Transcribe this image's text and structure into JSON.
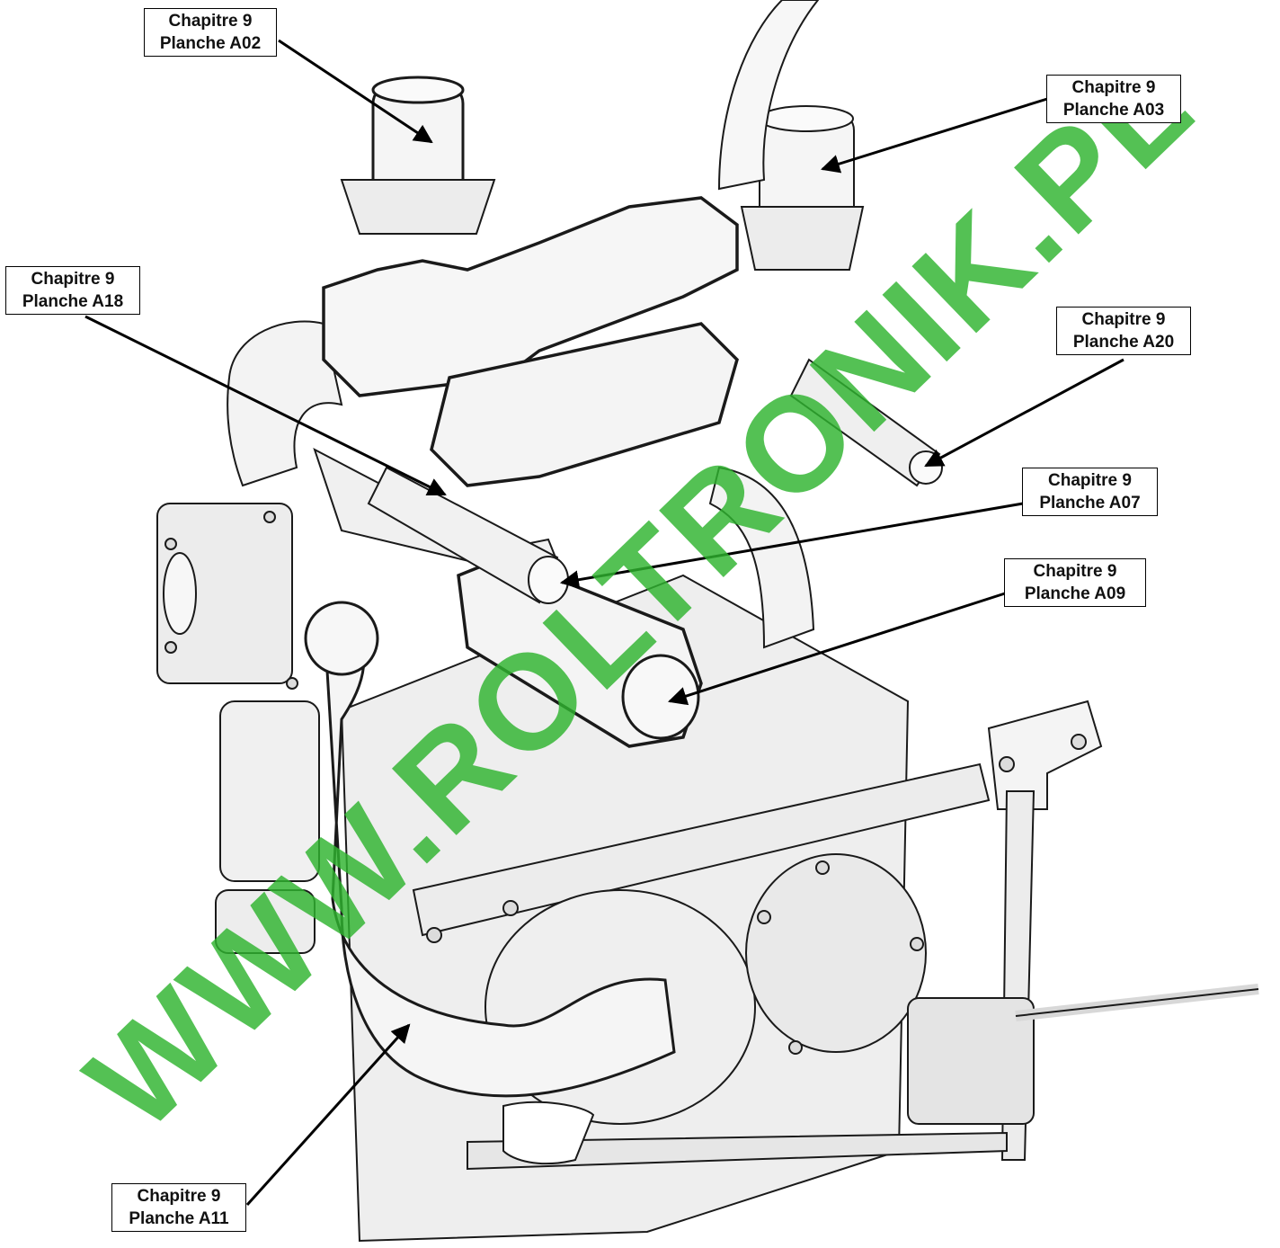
{
  "callouts": [
    {
      "id": "a02",
      "line1": "Chapitre 9",
      "line2": "Planche A02"
    },
    {
      "id": "a03",
      "line1": "Chapitre 9",
      "line2": "Planche A03"
    },
    {
      "id": "a18",
      "line1": "Chapitre 9",
      "line2": "Planche A18"
    },
    {
      "id": "a20",
      "line1": "Chapitre 9",
      "line2": "Planche A20"
    },
    {
      "id": "a07",
      "line1": "Chapitre 9",
      "line2": "Planche A07"
    },
    {
      "id": "a09",
      "line1": "Chapitre 9",
      "line2": "Planche A09"
    },
    {
      "id": "a11",
      "line1": "Chapitre 9",
      "line2": "Planche A11"
    }
  ],
  "watermark": {
    "text": "WWW.ROLTRONIK.PL",
    "color": "#2fb42f"
  },
  "colors": {
    "line": "#1a1a1a",
    "part_fill": "#f2f2f2",
    "part_shade": "#d9d9d9"
  }
}
